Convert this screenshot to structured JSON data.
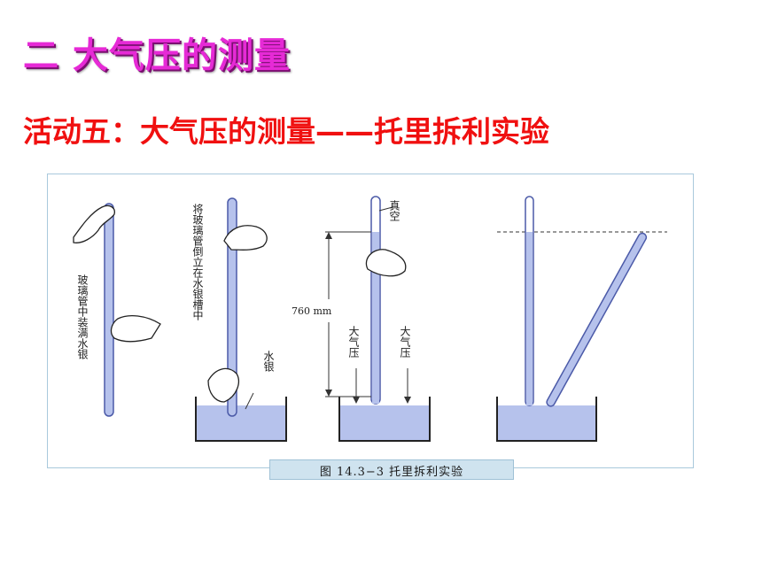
{
  "heading": {
    "section": "二  大气压的测量"
  },
  "activity": {
    "title": "活动五：大气压的测量——托里拆利实验"
  },
  "figure": {
    "caption": "图 14.3−3    托里拆利实验",
    "labels": {
      "fill_tube": "玻璃管中装满水银",
      "invert_tube": "将玻璃管倒立在水银槽中",
      "mercury": "水银",
      "vacuum": "真空",
      "height": "760 mm",
      "atm_left": "大气压",
      "atm_right": "大气压"
    }
  },
  "colors": {
    "heading": "#e62ad6",
    "activity": "#f01010",
    "mercury": "#b6c2ec",
    "tube": "#8d9ad8",
    "frame": "#a9c9dc"
  }
}
